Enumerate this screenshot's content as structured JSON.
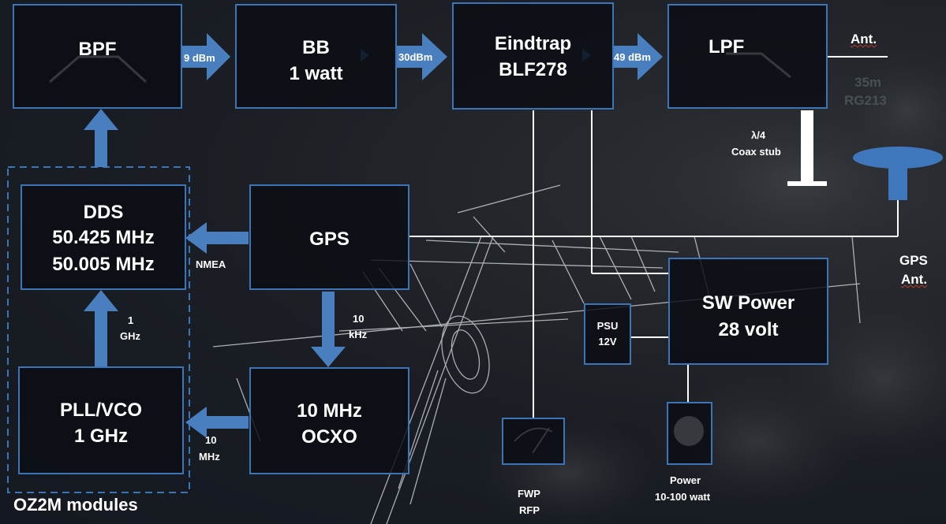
{
  "blocks": {
    "bpf": "BPF",
    "bb": [
      "BB",
      "1 watt"
    ],
    "eindtrap": [
      "Eindtrap",
      "BLF278"
    ],
    "lpf": "LPF",
    "dds": [
      "DDS",
      "50.425 MHz",
      "50.005 MHz"
    ],
    "gps": "GPS",
    "sw_power": [
      "SW Power",
      "28 volt"
    ],
    "pll": [
      "PLL/VCO",
      "1 GHz"
    ],
    "ocxo": [
      "10 MHz",
      "OCXO"
    ],
    "psu": [
      "PSU",
      "12V"
    ]
  },
  "arrow_labels": {
    "a1": "9 dBm",
    "a2": "30dBm",
    "a3": "49 dBm",
    "nmea": "NMEA",
    "ghz": [
      "1",
      "GHz"
    ],
    "khz": [
      "10",
      "kHz"
    ],
    "mhz": [
      "10",
      "MHz"
    ]
  },
  "labels": {
    "ant": "Ant.",
    "coax_length": "35m",
    "coax_type": "RG213",
    "stub": [
      "λ/4",
      "Coax stub"
    ],
    "gps_ant": [
      "GPS",
      "Ant."
    ],
    "fwp": [
      "FWP",
      "RFP"
    ],
    "power": [
      "Power",
      "10-100 watt"
    ],
    "modules": "OZ2M modules"
  },
  "colors": {
    "block_border": "#3c74b8",
    "arrow": "#4a7fbf",
    "line": "#ffffff",
    "background": "#1a1f26"
  }
}
